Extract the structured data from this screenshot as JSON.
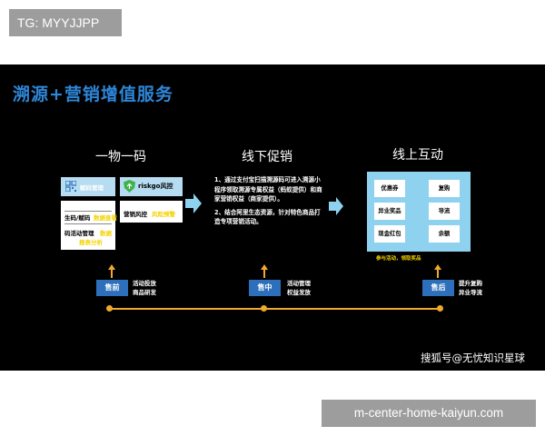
{
  "tag_label": "TG: MYYJJPP",
  "footer_label": "m-center-home-kaiyun.com",
  "slide": {
    "title": "溯源+营销增值服务",
    "sections": {
      "left": {
        "heading": "一物一码",
        "cell_1": "赋码管理",
        "cell_2": "riskgo风控",
        "row_1a": "生码/赋码",
        "row_1b": "数据查看",
        "row_2a": "码活动管理",
        "row_2b": "数据",
        "row_2c": "报表分析",
        "row_3a": "营销风控",
        "row_3b": "风险预警"
      },
      "middle": {
        "heading": "线下促销",
        "para_1": "1、通过支付宝扫描溯源码可进入溯源小程序领取溯源专属权益（蚂蚁提供）和商家营销权益（商家提供）。",
        "para_2": "2、结合阿里生态资源，针对特色商品打造专项营销活动。"
      },
      "right": {
        "heading": "线上互动",
        "tiles": [
          "优惠券",
          "复购",
          "异业奖品",
          "导流",
          "现金红包",
          "余额"
        ],
        "caption": "参与活动，领取奖品"
      }
    },
    "timeline": {
      "stages": [
        {
          "label": "售前",
          "note_1": "活动投放",
          "note_2": "商品研发"
        },
        {
          "label": "售中",
          "note_1": "活动管理",
          "note_2": "权益发放"
        },
        {
          "label": "售后",
          "note_1": "提升复购",
          "note_2": "异业导流"
        }
      ]
    },
    "watermark": "搜狐号@无忧知识星球"
  },
  "colors": {
    "title_blue": "#2e86d8",
    "stage_blue": "#2d6fba",
    "timeline_orange": "#f1a92c",
    "highlight_yellow": "#f4d300",
    "panel_light_blue": "#8fd2ef"
  }
}
